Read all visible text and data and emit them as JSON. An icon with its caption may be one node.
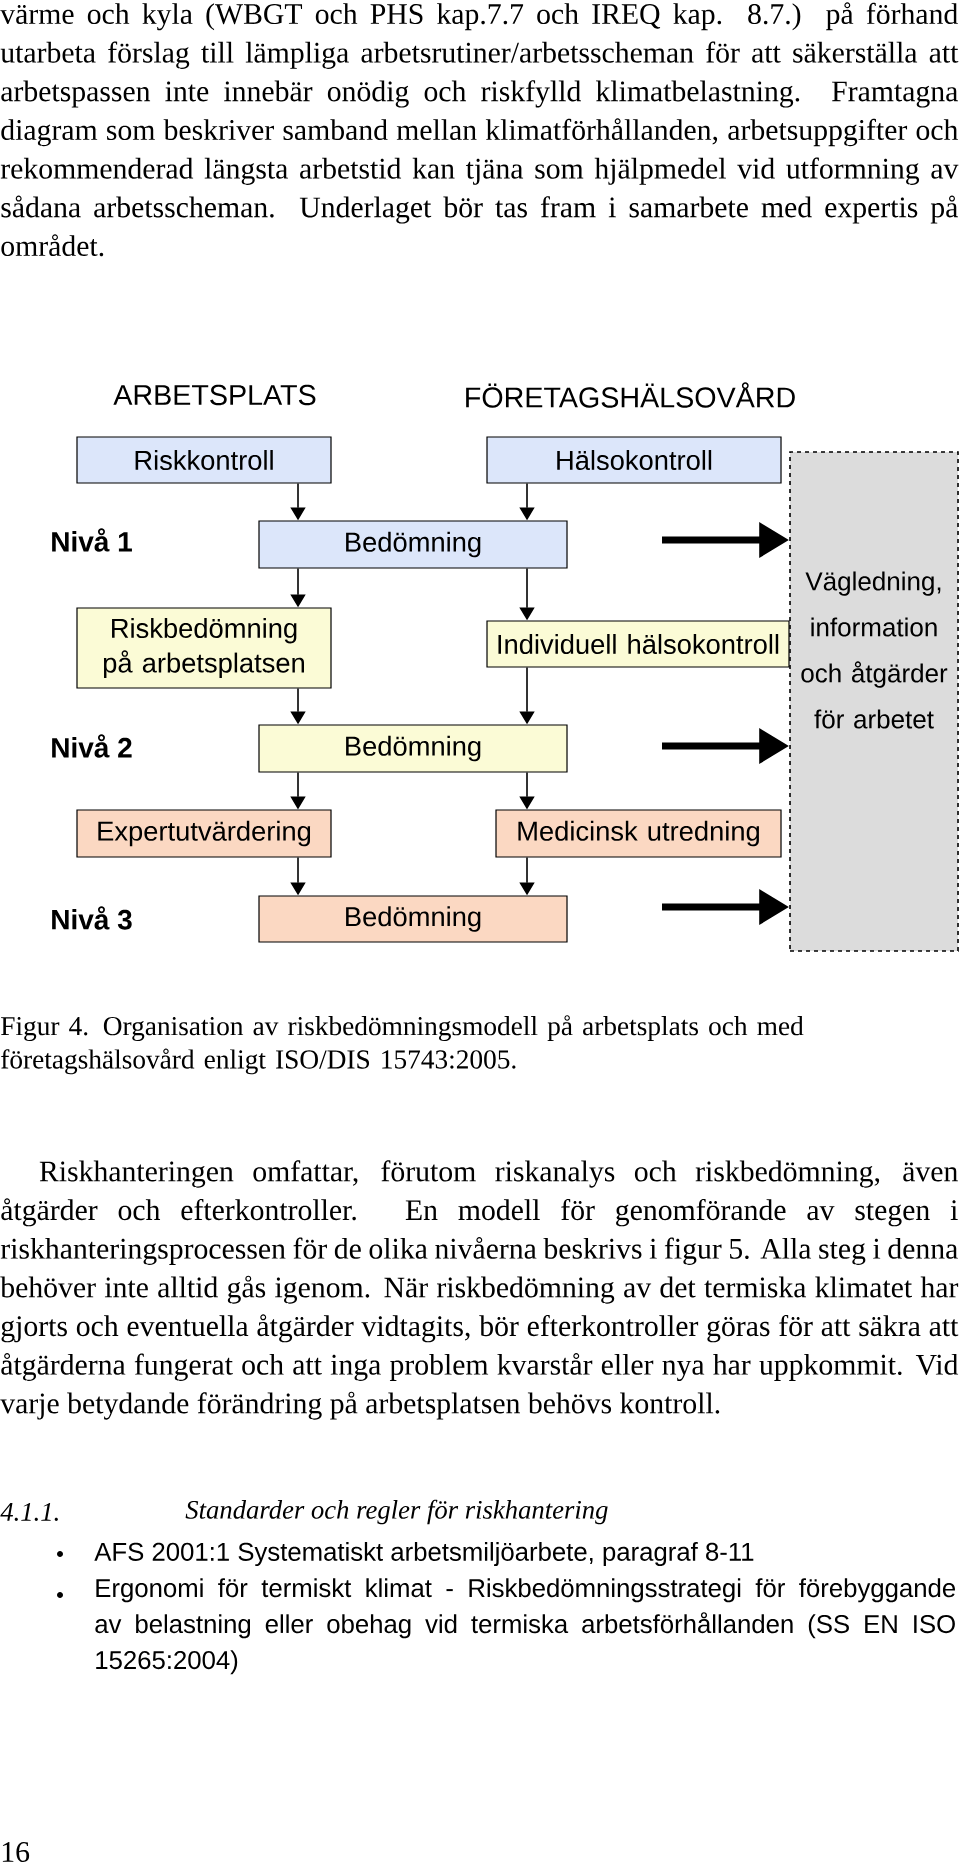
{
  "diagram": {
    "caption": "Figur 4. Organisation av riskbedömningsmodell på arbetsplats och med företagshälsovård enligt ISO/DIS 15743:2005.",
    "nodes": [
      {
        "text": [
          "Riskkontroll"
        ]
      },
      {
        "text": [
          "Hälsokontroll"
        ]
      },
      {
        "text": [
          "Bedömning"
        ]
      },
      {
        "text": [
          "Riskbedömning på arbetsplatsen"
        ]
      },
      {
        "text": [
          "Individuell hälsokontroll"
        ]
      },
      {
        "text": [
          "Bedömning"
        ]
      },
      {
        "text": [
          "Expertutvärdering"
        ]
      },
      {
        "text": [
          "Medicinsk utredning"
        ]
      },
      {
        "text": [
          "Bedömning"
        ]
      },
      {
        "text": [
          "Vägledning, information och åtgärder för arbetet"
        ]
      }
    ],
    "edges": [
      {
        "from": 0,
        "to": 2,
        "arrow": "to"
      },
      {
        "from": 1,
        "to": 2,
        "arrow": "to"
      },
      {
        "from": 2,
        "to": 3,
        "arrow": "to"
      },
      {
        "from": 2,
        "to": 4,
        "arrow": "to"
      },
      {
        "from": 3,
        "to": 5,
        "arrow": "to"
      },
      {
        "from": 4,
        "to": 5,
        "arrow": "to"
      },
      {
        "from": 5,
        "to": 6,
        "arrow": "to"
      },
      {
        "from": 5,
        "to": 7,
        "arrow": "to"
      },
      {
        "from": 6,
        "to": 8,
        "arrow": "to"
      },
      {
        "from": 7,
        "to": 8,
        "arrow": "to"
      },
      {
        "from": null,
        "to": 9,
        "arrow": "to",
        "style": "thick"
      },
      {
        "from": null,
        "to": 9,
        "arrow": "to",
        "style": "thick"
      },
      {
        "from": null,
        "to": 9,
        "arrow": "to",
        "style": "thick"
      }
    ],
    "labels": [
      "värme och kyla (WBGT och PHS kap.7.7 och IREQ kap. 8.7.) på förhand utarbeta förslag till lämpliga arbetsrutiner/arbetsscheman för att säkerställa att arbetspassen inte innebär onödig och riskfylld klimatbelastning. Framtagna diagram som beskriver samband mellan klimatförhållanden, arbetsuppgifter och rekommenderad längsta arbetstid kan tjäna som hjälpmedel vid utformning av sådana arbetsscheman. Underlaget bör tas fram i samarbete med expertis på området.",
      "ARBETSPLATS",
      "FÖRETAGSHÄLSOVÅRD",
      "Nivå 1",
      "Nivå 2",
      "Nivå 3",
      "Riskhanteringen omfattar, förutom riskanalys och riskbedömning, även åtgärder och efterkontroller. En modell för genomförande av stegen i riskhanteringsprocessen för de olika nivåerna beskrivs i figur 5. Alla steg i denna behöver inte alltid gås igenom. När riskbedömning av det termiska klimatet har gjorts och eventuella åtgärder vidtagits, bör efterkontroller göras för att säkra att åtgärderna fungerat och att inga problem kvarstår eller nya har uppkommit. Vid varje betydande förändring på arbetsplatsen behövs kontroll.",
      "4.1.1.",
      "Standarder och regler för riskhantering",
      "AFS 2001:1 Systematiskt arbetsmiljöarbete, paragraf 8-11",
      "Ergonomi för termiskt klimat - Riskbedömningsstrategi för förebyggande av belastning eller obehag vid termiska arbetsförhållanden (SS EN ISO 15265:2004)",
      "16"
    ]
  }
}
